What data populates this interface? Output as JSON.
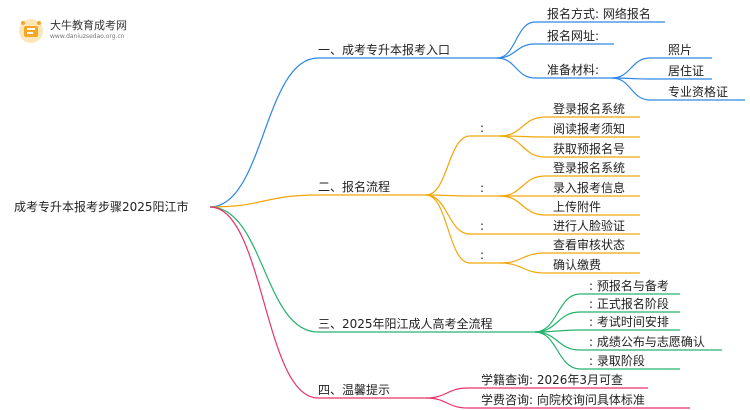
{
  "logo": {
    "title": "大牛教育成考网",
    "url": "www.daniuzsedao.org.cn"
  },
  "colors": {
    "blue": "#2f86e6",
    "orange": "#f2a60a",
    "green": "#26b36c",
    "pink": "#e8336b",
    "logo_orange": "#f5a623"
  },
  "root": "成考专升本报考步骤2025阳江市",
  "branches": [
    {
      "label": "一、成考专升本报考入口",
      "children": [
        {
          "label": "报名方式: 网络报名"
        },
        {
          "label": "报名网址:"
        },
        {
          "label": "准备材料:",
          "children": [
            "照片",
            "居住证",
            "专业资格证"
          ]
        }
      ]
    },
    {
      "label": "二、报名流程",
      "groups": [
        {
          "label": ":",
          "items": [
            "登录报名系统",
            "阅读报考须知",
            "获取预报名号"
          ]
        },
        {
          "label": ":",
          "items": [
            "登录报名系统",
            "录入报考信息",
            "上传附件"
          ]
        },
        {
          "label": ":",
          "items": [
            "进行人脸验证"
          ]
        },
        {
          "label": ":",
          "items": [
            "查看审核状态",
            "确认缴费"
          ]
        }
      ]
    },
    {
      "label": "三、2025年阳江成人高考全流程",
      "children": [
        ": 预报名与备考",
        ": 正式报名阶段",
        ": 考试时间安排",
        ": 成绩公布与志愿确认",
        ": 录取阶段"
      ]
    },
    {
      "label": "四、温馨提示",
      "children": [
        "学籍查询: 2026年3月可查",
        "学费咨询: 向院校询问具体标准"
      ]
    }
  ]
}
